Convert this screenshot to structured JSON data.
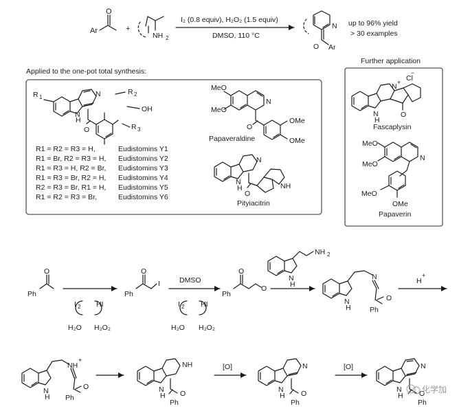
{
  "reaction": {
    "r1": "Ar",
    "plus": "+",
    "amine": "NH",
    "amine_sub": "2",
    "cond_top": "I₂ (0.8 equiv), H₂O₂ (1.5 equiv)",
    "cond_bottom": "DMSO, 110 °C",
    "prod_n": "N",
    "prod_ar": "Ar",
    "yield": "up to 96% yield",
    "examples": "> 30 examples"
  },
  "panel_left": {
    "heading": "Applied to the one-pot total synthesis:",
    "r1": "R",
    "r1_sub": "1",
    "r2": "R",
    "r2_sub": "2",
    "r3": "R",
    "r3_sub": "3",
    "oh": "OH",
    "nh": "N",
    "nh_h": "H",
    "subst": [
      {
        "cond": "R1 = R2 = R3 = H,",
        "name": "Eudistomins Y1"
      },
      {
        "cond": "R1 = Br, R2 = R3 = H,",
        "name": "Eudistomins Y2"
      },
      {
        "cond": "R1 = R3 = H, R2 = Br,",
        "name": "Eudistomins Y3"
      },
      {
        "cond": "R1 = R3 = Br, R2 = H,",
        "name": "Eudistomins Y4"
      },
      {
        "cond": "R2 = R3 = Br, R1 = H,",
        "name": "Eudistomins Y5"
      },
      {
        "cond": "R1 = R2 = R3 = Br,",
        "name": "Eudistomins Y6"
      }
    ],
    "meo1": "MeO",
    "meo2": "MeO",
    "ome1": "OMe",
    "ome2": "OMe",
    "n_pap": "N",
    "papaveraldine": "Papaveraldine",
    "pityiacitrin": "Pityiacitrin",
    "pit_nh1": "N",
    "pit_h1": "H",
    "pit_nh2": "NH"
  },
  "panel_right": {
    "heading": "Further application",
    "cl": "Cl",
    "cl_charge": "−",
    "n_plus": "N",
    "plus": "+",
    "nh": "N",
    "nh_h": "H",
    "o": "O",
    "fascaplysin": "Fascaplysin",
    "meo1": "MeO",
    "meo2": "MeO",
    "meo3": "MeO",
    "ome": "OMe",
    "n": "N",
    "papaverin": "Papaverin"
  },
  "mechanism": {
    "ph1": "Ph",
    "ph2": "Ph",
    "iodo": "I",
    "i2_a": "I",
    "i2_sub": "2",
    "hi_a": "HI",
    "h2o_a": "H₂O",
    "h2o2_a": "H₂O₂",
    "dmso": "DMSO",
    "i2_b": "I",
    "hi_b": "HI",
    "h2o_b": "H₂O",
    "h2o2_b": "H₂O₂",
    "ph3": "Ph",
    "o_glyox": "O",
    "nh2_trp": "NH",
    "nh2_sub": "2",
    "trp_n": "N",
    "trp_h": "H",
    "imine_n": "N",
    "imine_nh": "N",
    "imine_h": "H",
    "ph4": "Ph",
    "h_plus": "H",
    "h_plus_sign": "+",
    "iminium_nh": "NH",
    "iminium_plus": "+",
    "ind_n5": "N",
    "ind_h5": "H",
    "ph5": "Ph",
    "thbc_nh": "NH",
    "thbc_n": "N",
    "thbc_h": "H",
    "ph6": "Ph",
    "ox1": "[O]",
    "dhbc_n": "N",
    "dhbc_nh": "N",
    "dhbc_h": "H",
    "ph7": "Ph",
    "ox2": "[O]",
    "final_n": "N",
    "final_nh": "N",
    "final_h": "H",
    "final_ph": "Ph"
  },
  "watermark": "化学加"
}
